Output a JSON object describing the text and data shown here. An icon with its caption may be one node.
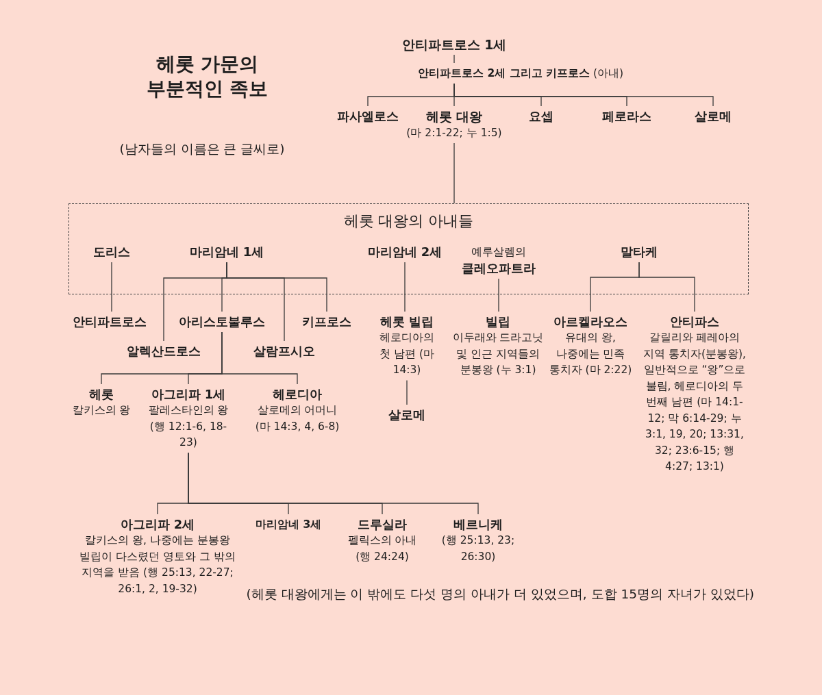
{
  "diagram": {
    "title": "헤롯 가문의 부분적인 족보",
    "nodes": [
      {
        "text": [
          "안티파트로스 1세"
        ]
      },
      {
        "text": [
          "**안티파트로스 2세 그리고 키프로스** (아내)"
        ]
      },
      {
        "text": [
          "파사엘로스"
        ]
      },
      {
        "text": [
          "헤롯 대왕",
          "(마 2:1-22; 누 1:5)"
        ]
      },
      {
        "text": [
          "요셉"
        ]
      },
      {
        "text": [
          "페로라스"
        ]
      },
      {
        "text": [
          "살로메"
        ]
      },
      {
        "text": [
          "헤롯 대왕의 아내들"
        ]
      },
      {
        "text": [
          "도리스"
        ],
        "in": 7
      },
      {
        "text": [
          "마리암네 1세"
        ],
        "in": 7
      },
      {
        "text": [
          "마리암네 2세"
        ],
        "in": 7
      },
      {
        "text": [
          "예루살렘의",
          "클레오파트라"
        ],
        "in": 7
      },
      {
        "text": [
          "말타케"
        ],
        "in": 7
      },
      {
        "text": [
          "안티파트로스"
        ]
      },
      {
        "text": [
          "아리스토불루스"
        ]
      },
      {
        "text": [
          "키프로스"
        ]
      },
      {
        "text": [
          "알렉산드로스"
        ]
      },
      {
        "text": [
          "살람프시오"
        ]
      },
      {
        "text": [
          "헤롯 빌립",
          "헤로디아의 첫 남편 (마 14:3)"
        ]
      },
      {
        "text": [
          "살로메"
        ]
      },
      {
        "text": [
          "빌립",
          "이두래와 드라고닛 및 인근 지역들의 분봉왕 (누 3:1)"
        ]
      },
      {
        "text": [
          "아르켈라오스",
          "유대의 왕, 나중에는 민족 통치자 (마 2:22)"
        ]
      },
      {
        "text": [
          "안티파스",
          "갈릴리와 페레아의 지역 통치자(분봉왕), 일반적으로 “왕”으로 불림, 헤로디아의 두 번째 남편 (마 14:1-12; 막 6:14-29; 누 3:1, 19, 20; 13:31, 32; 23:6-15; 행 4:27; 13:1)"
        ]
      },
      {
        "text": [
          "헤롯",
          "칼키스의 왕"
        ]
      },
      {
        "text": [
          "아그리파 1세",
          "팔레스타인의 왕 (행 12:1-6, 18-23)"
        ]
      },
      {
        "text": [
          "헤로디아",
          "살로메의 어머니 (마 14:3, 4, 6-8)"
        ]
      },
      {
        "text": [
          "아그리파 2세",
          "칼키스의 왕, 나중에는 분봉왕 빌립이 다스렸던 영토와 그 밖의 지역을 받음 (행 25:13, 22-27; 26:1, 2, 19-32)"
        ]
      },
      {
        "text": [
          "마리암네 3세"
        ]
      },
      {
        "text": [
          "드루실라",
          "펠릭스의 아내 (행 24:24)"
        ]
      },
      {
        "text": [
          "베르니케",
          "(행 25:13, 23; 26:30)"
        ]
      }
    ],
    "edges": [
      {
        "from": 0,
        "to": 1,
        "arrow": "none"
      },
      {
        "from": 1,
        "to": 2,
        "arrow": "none"
      },
      {
        "from": 1,
        "to": 3,
        "arrow": "none"
      },
      {
        "from": 1,
        "to": 4,
        "arrow": "none"
      },
      {
        "from": 1,
        "to": 5,
        "arrow": "none"
      },
      {
        "from": 1,
        "to": 6,
        "arrow": "none"
      },
      {
        "from": 3,
        "to": 7,
        "arrow": "none"
      },
      {
        "from": 8,
        "to": 13,
        "arrow": "none"
      },
      {
        "from": 9,
        "to": 16,
        "arrow": "none"
      },
      {
        "from": 9,
        "to": 14,
        "arrow": "none"
      },
      {
        "from": 9,
        "to": 17,
        "arrow": "none"
      },
      {
        "from": 9,
        "to": 15,
        "arrow": "none"
      },
      {
        "from": 10,
        "to": 18,
        "arrow": "none"
      },
      {
        "from": 18,
        "to": 19,
        "arrow": "none"
      },
      {
        "from": 11,
        "to": 20,
        "arrow": "none"
      },
      {
        "from": 12,
        "to": 21,
        "arrow": "none"
      },
      {
        "from": 12,
        "to": 22,
        "arrow": "none"
      },
      {
        "from": 14,
        "to": 23,
        "arrow": "none"
      },
      {
        "from": 14,
        "to": 24,
        "arrow": "none"
      },
      {
        "from": 14,
        "to": 25,
        "arrow": "none"
      },
      {
        "from": 24,
        "to": 26,
        "arrow": "none"
      },
      {
        "from": 24,
        "to": 27,
        "arrow": "none"
      },
      {
        "from": 24,
        "to": 28,
        "arrow": "none"
      },
      {
        "from": 24,
        "to": 29,
        "arrow": "none"
      }
    ],
    "labels": [
      "(남자들의 이름은 큰 글씨로)",
      "(헤롯 대왕에게는 이 밖에도 다섯 명의 아내가 더 있었으며, 도합 15명의 자녀가 있었다)"
    ]
  }
}
